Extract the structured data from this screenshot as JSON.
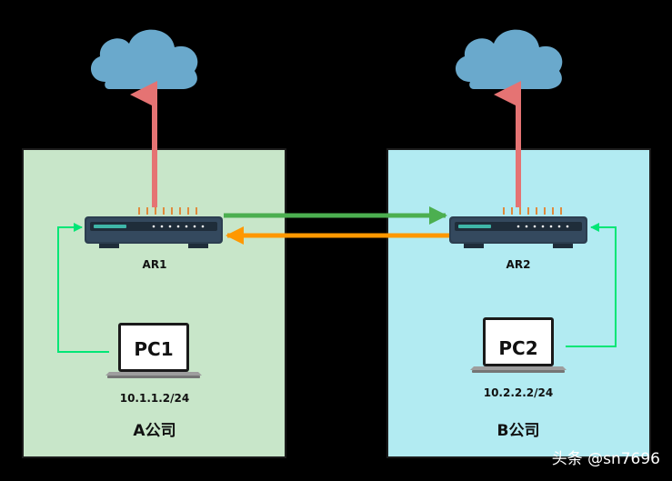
{
  "left_site": {
    "router_label": "AR1",
    "pc_label": "PC1",
    "ip": "10.1.1.2/24",
    "site_name": "A公司",
    "bg_color": "#c8e6c9"
  },
  "right_site": {
    "router_label": "AR2",
    "pc_label": "PC2",
    "ip": "10.2.2.2/24",
    "site_name": "B公司",
    "bg_color": "#b2ebf2"
  },
  "colors": {
    "cloud": "#6aa9cc",
    "uplink_arrow": "#e57373",
    "green_link": "#4caf50",
    "orange_link": "#ff9800",
    "lan_link": "#00e676",
    "router_body": "#2c3e50"
  },
  "watermark": "头条 @sn7696"
}
